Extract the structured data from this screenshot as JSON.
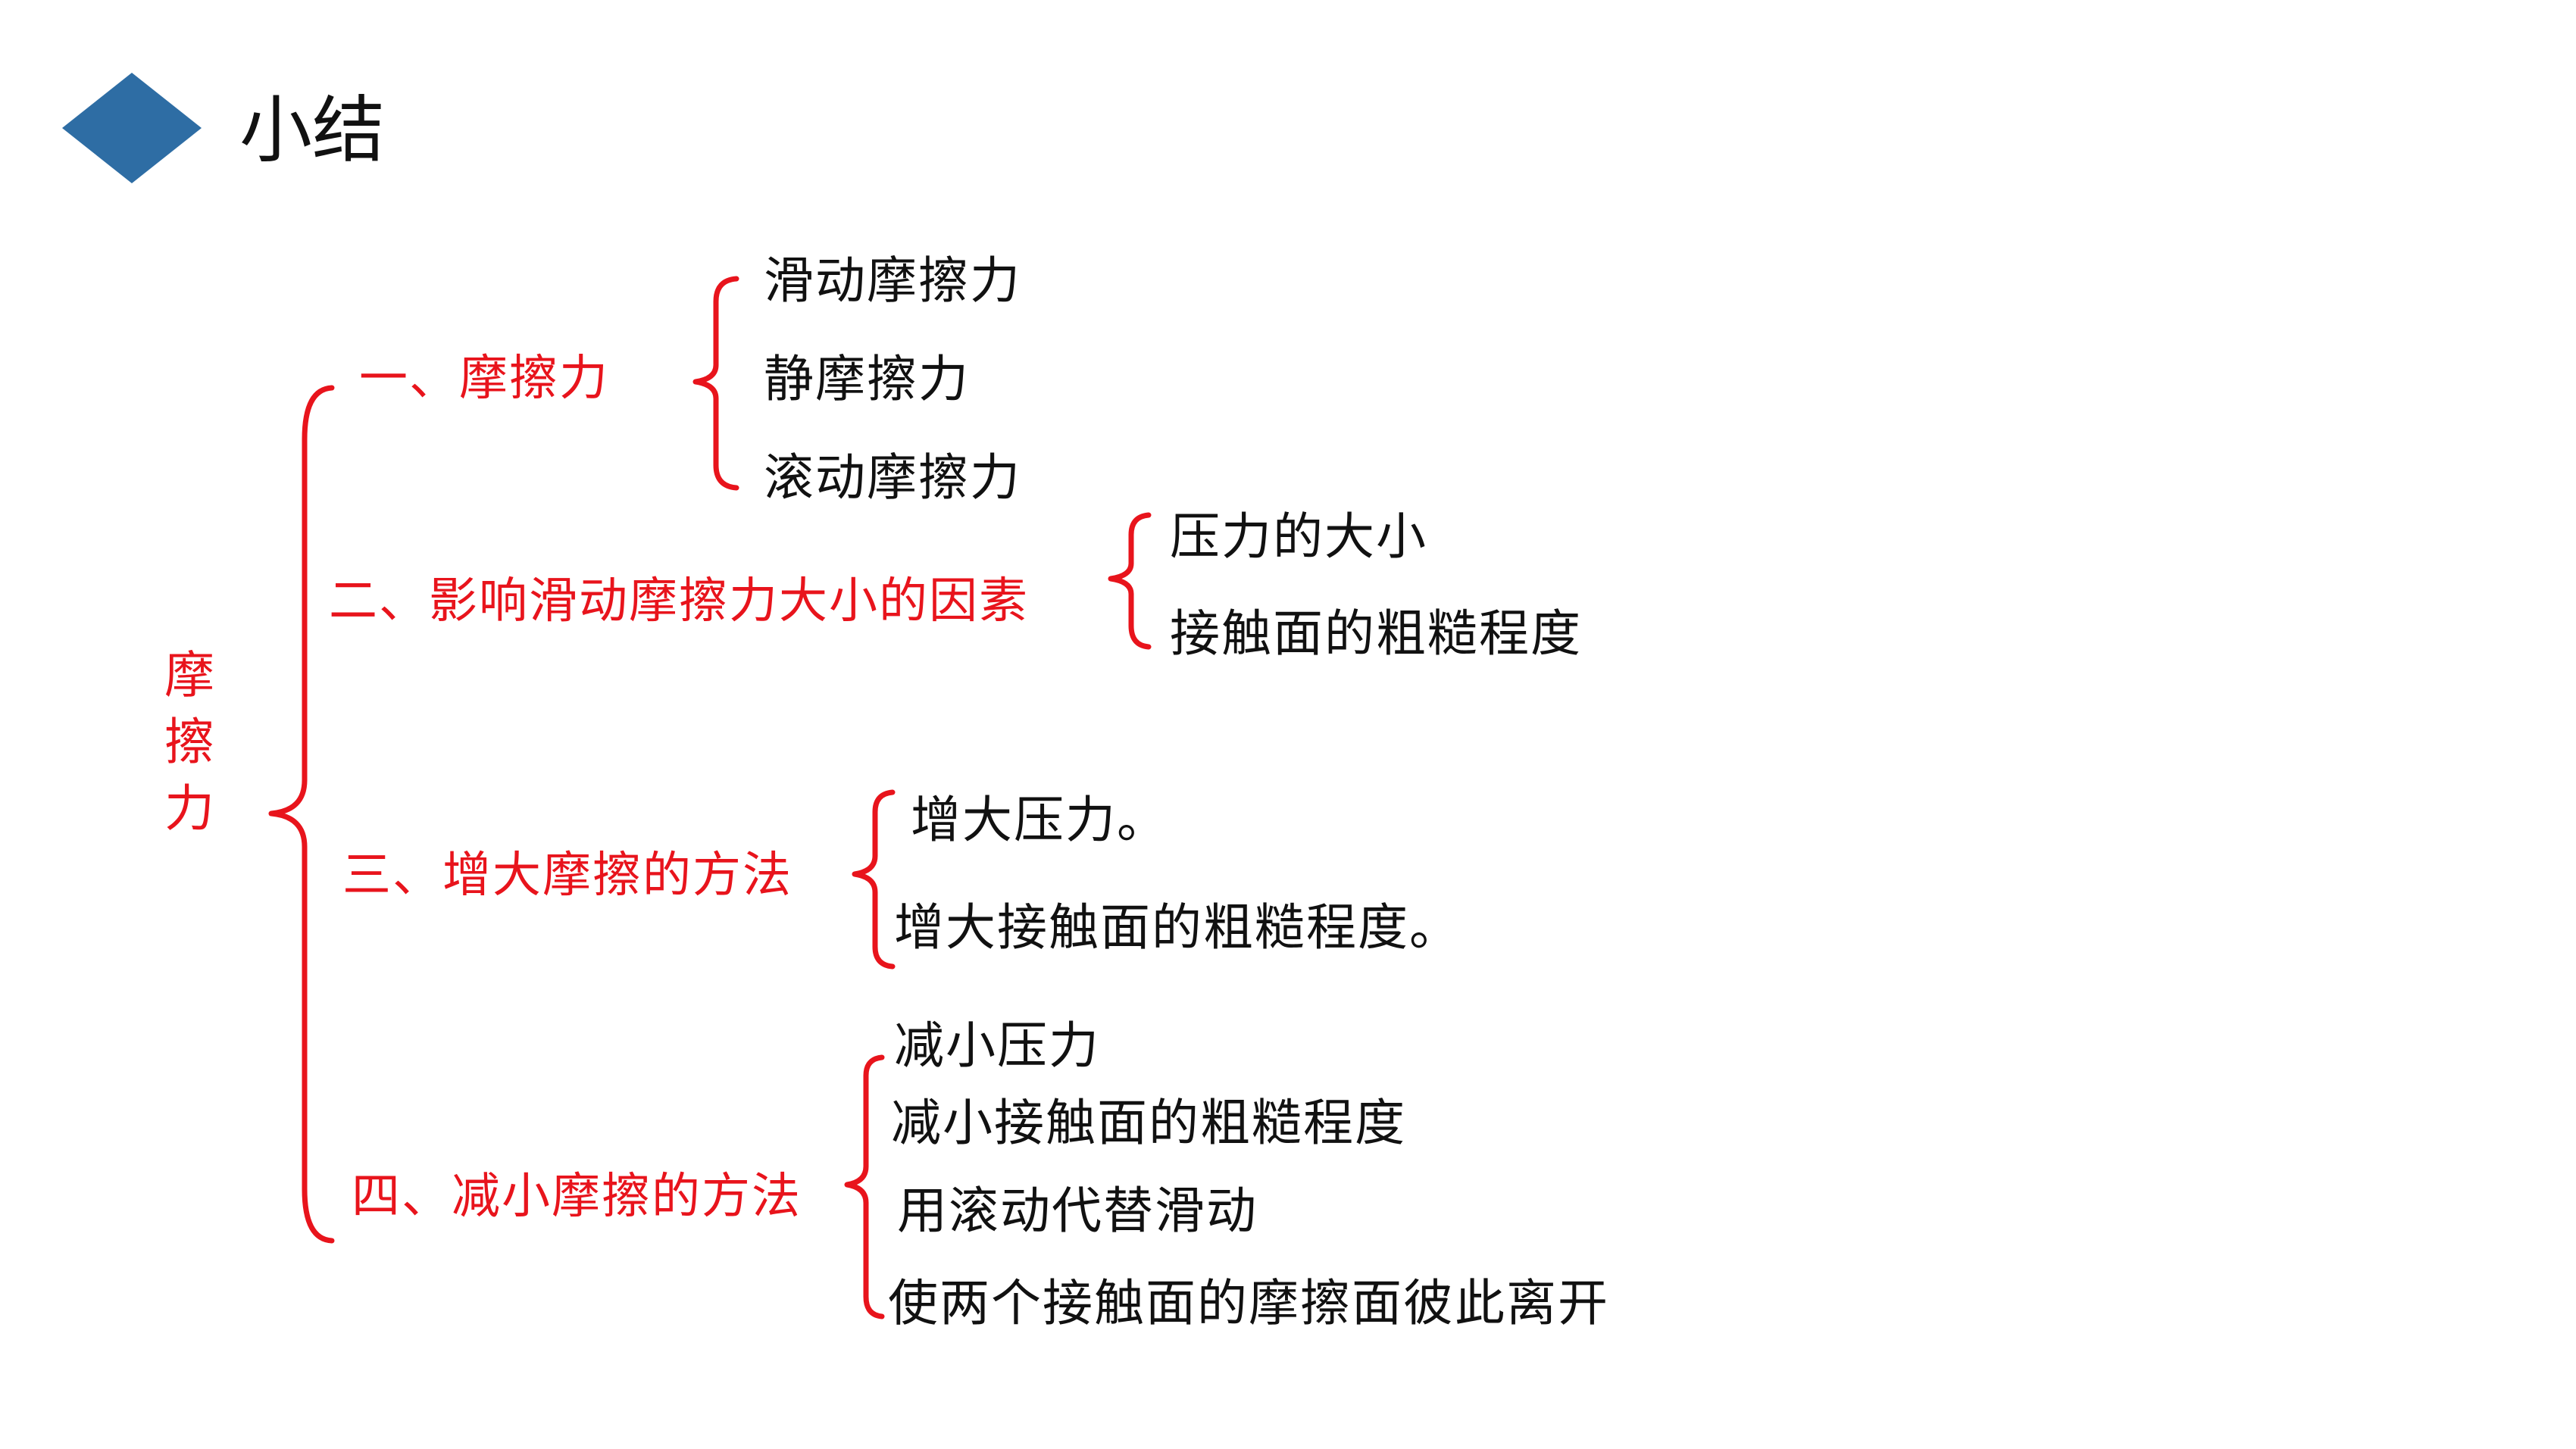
{
  "slide": {
    "title": "小结",
    "accent_color": "#2e6da4",
    "root": {
      "label_chars": [
        "摩",
        "擦",
        "力"
      ],
      "color": "#e8141c"
    },
    "sections": [
      {
        "label": "一、摩擦力",
        "items": [
          "滑动摩擦力",
          "静摩擦力",
          "滚动摩擦力"
        ]
      },
      {
        "label": "二、影响滑动摩擦力大小的因素",
        "items": [
          "压力的大小",
          "接触面的粗糙程度"
        ]
      },
      {
        "label": "三、增大摩擦的方法",
        "items": [
          "增大压力。",
          "增大接触面的粗糙程度。"
        ]
      },
      {
        "label": "四、减小摩擦的方法",
        "items": [
          "减小压力",
          "减小接触面的粗糙程度",
          "用滚动代替滑动",
          "使两个接触面的摩擦面彼此离开"
        ]
      }
    ]
  }
}
